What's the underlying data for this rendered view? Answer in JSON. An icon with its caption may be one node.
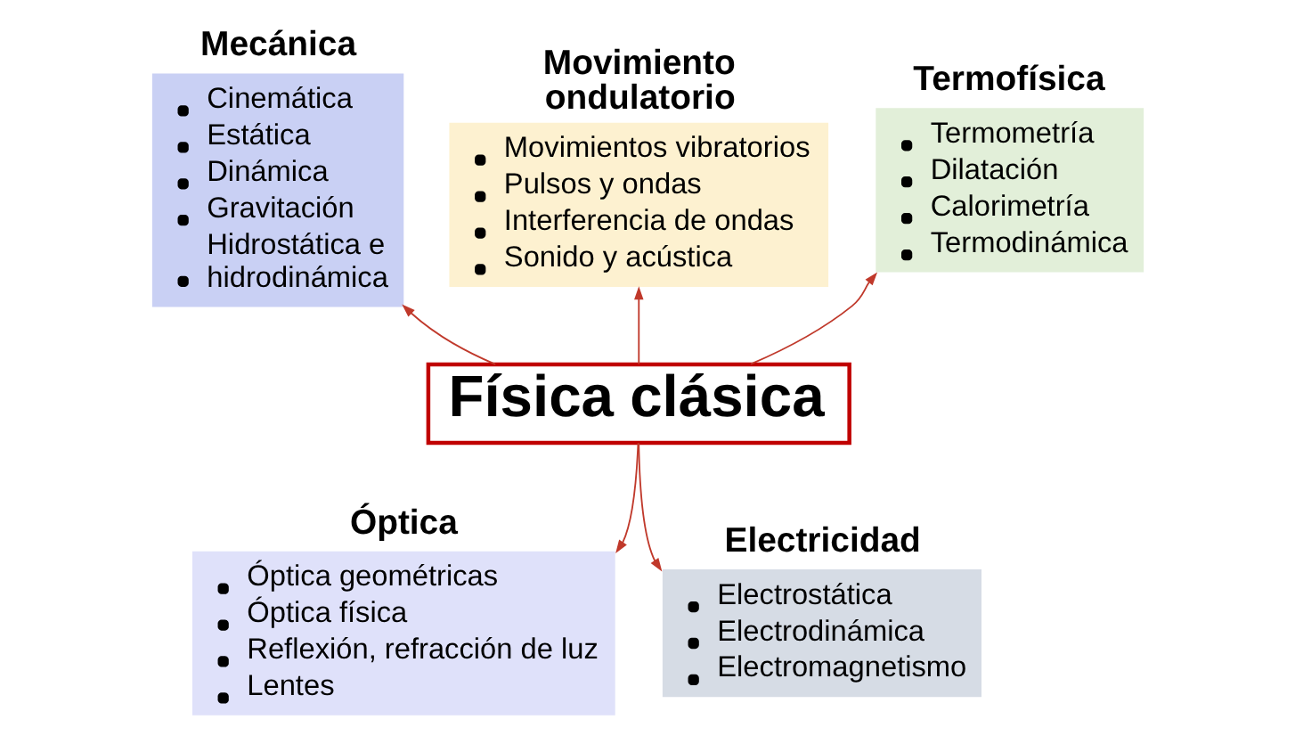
{
  "diagram": {
    "nodes": [
      {
        "text": [
          "Mecánica",
          "Cinemática",
          "Estática",
          "Dinámica",
          "Gravitación",
          "Hidrostática e hidrodinámica"
        ]
      },
      {
        "text": [
          "Movimiento ondulatorio",
          "Movimientos vibratorios",
          "Pulsos y ondas",
          "Interferencia de ondas",
          "Sonido y acústica"
        ]
      },
      {
        "text": [
          "Termofísica",
          "Termometría",
          "Dilatación",
          "Calorimetría",
          "Termodinámica"
        ]
      },
      {
        "text": [
          "Física clásica"
        ]
      },
      {
        "text": [
          "Óptica",
          "Óptica geométricas",
          "Óptica física",
          "Reflexión, refracción de luz",
          "Lentes"
        ]
      },
      {
        "text": [
          "Electricidad",
          "Electrostática",
          "Electrodinámica",
          "Electromagnetismo"
        ]
      }
    ],
    "edges": [
      {
        "from": 3,
        "to": 0,
        "arrow": "to"
      },
      {
        "from": 3,
        "to": 1,
        "arrow": "to"
      },
      {
        "from": 3,
        "to": 2,
        "arrow": "to"
      },
      {
        "from": 3,
        "to": 4,
        "arrow": "to"
      },
      {
        "from": 3,
        "to": 5,
        "arrow": "to"
      }
    ]
  }
}
